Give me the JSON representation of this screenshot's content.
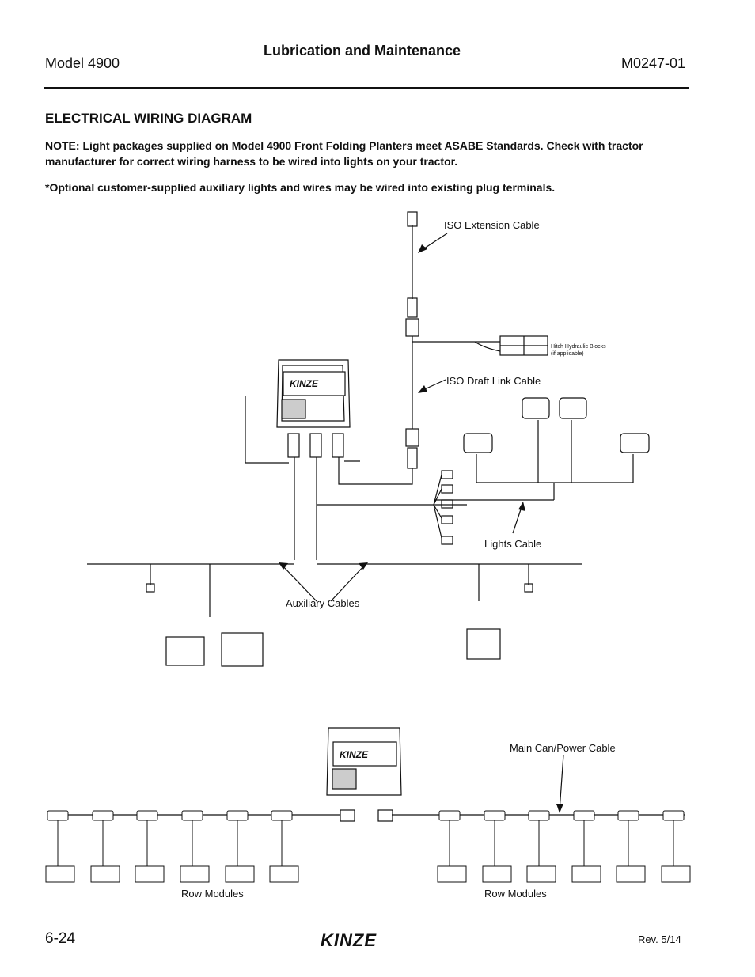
{
  "header": {
    "model": "Model 4900",
    "section": "Lubrication and Maintenance",
    "doc_number": "M0247-01"
  },
  "section_title": "ELECTRICAL WIRING DIAGRAM",
  "notes": {
    "note1": "NOTE: Light packages supplied on Model 4900 Front Folding Planters meet ASABE Standards. Check with tractor manufacturer for correct wiring harness to be wired into lights on your tractor.",
    "note2": "*Optional customer-supplied auxiliary lights and wires may be wired into existing plug terminals."
  },
  "diagram_labels": {
    "iso_extension_cable": "ISO Extension Cable",
    "hitch_hydraulic_blocks_line1": "Hitch Hydraulic Blocks",
    "hitch_hydraulic_blocks_line2": "(if applicable)",
    "iso_draft_link_cable": "ISO Draft Link Cable",
    "lights_cable": "Lights Cable",
    "auxiliary_cables": "Auxiliary Cables",
    "main_can_power_cable": "Main Can/Power Cable",
    "row_modules_left": "Row Modules",
    "row_modules_right": "Row Modules",
    "brand_on_module": "KINZE"
  },
  "footer": {
    "page_number": "6-24",
    "logo": "KINZE",
    "revision": "Rev. 5/14"
  }
}
